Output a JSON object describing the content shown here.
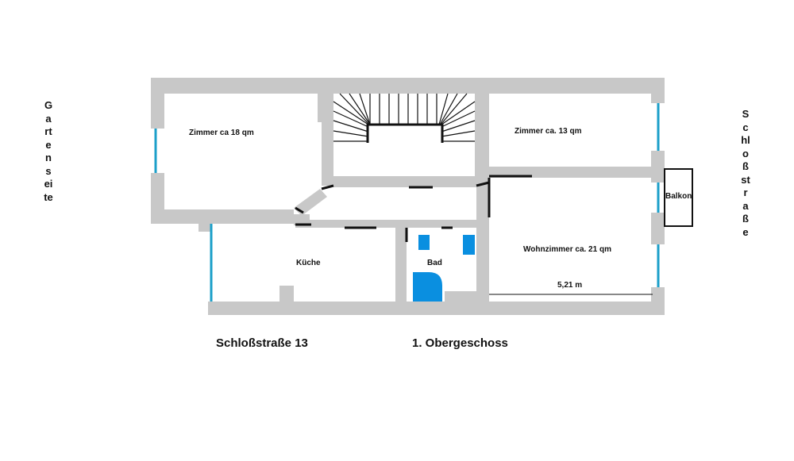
{
  "side_labels": {
    "left": "Gartenseite",
    "right": "Schloßstraße"
  },
  "rooms": {
    "zimmer_18": "Zimmer ca 18 qm",
    "zimmer_13": "Zimmer ca. 13 qm",
    "balkon": "Balkon",
    "kueche": "Küche",
    "bad": "Bad",
    "wohnzimmer": "Wohnzimmer ca. 21 qm",
    "dimension": "5,21 m"
  },
  "footer": {
    "address": "Schloßstraße 13",
    "floor": "1. Obergeschoss"
  },
  "colors": {
    "wall": "#c8c8c8",
    "window": "#1b9fc9",
    "fixture": "#0a8fe0",
    "line": "#111111"
  }
}
